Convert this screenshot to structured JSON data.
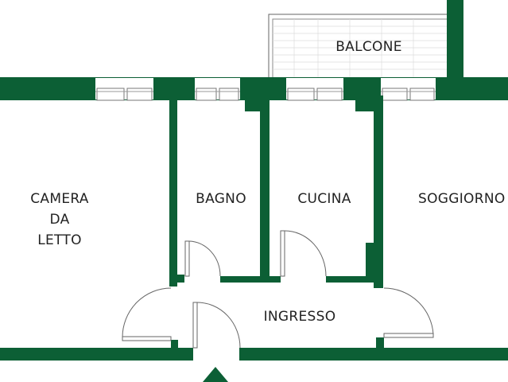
{
  "rooms": {
    "balcony": "BALCONE",
    "bedroom_line1": "CAMERA",
    "bedroom_line2": "DA",
    "bedroom_line3": "LETTO",
    "bathroom": "BAGNO",
    "kitchen": "CUCINA",
    "living": "SOGGIORNO",
    "entrance": "INGRESSO"
  },
  "colors": {
    "wall": "#0c5f35"
  }
}
